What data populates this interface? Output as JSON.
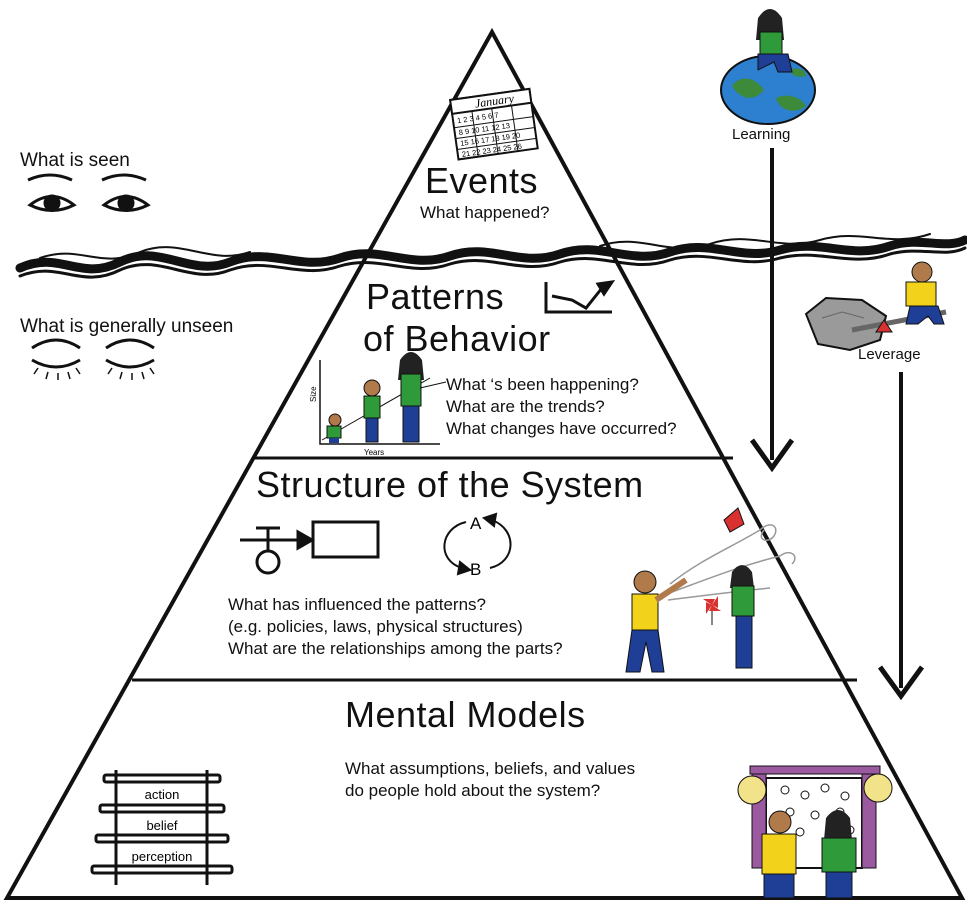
{
  "side_labels": {
    "seen": "What is seen",
    "unseen": "What is generally unseen"
  },
  "levels": {
    "events": {
      "title": "Events",
      "question": "What happened?",
      "calendar_month": "January",
      "calendar_rows": [
        "1 2 3 4 5 6 7",
        "8 9 10 11 12 13",
        "15 16 17 18 19 20",
        "21 22 23 24 25 26"
      ]
    },
    "patterns": {
      "title_line1": "Patterns",
      "title_line2": "of Behavior",
      "questions": [
        "What ‘s been happening?",
        "What are the trends?",
        "What changes have occurred?"
      ],
      "axis_y": "Size",
      "axis_x": "Years"
    },
    "structure": {
      "title": "Structure of the System",
      "loop_a": "A",
      "loop_b": "B",
      "questions": [
        "What has influenced the patterns?",
        "(e.g. policies, laws, physical structures)",
        "What are the relationships among the parts?"
      ]
    },
    "mental": {
      "title": "Mental Models",
      "questions": [
        "What assumptions, beliefs, and values",
        "do people hold about the system?"
      ],
      "ladder": [
        "action",
        "belief",
        "perception"
      ]
    }
  },
  "arrows": {
    "learning": "Learning",
    "leverage": "Leverage"
  },
  "colors": {
    "outline": "#111111",
    "skin": "#b07a4a",
    "shirt_green": "#2e9a3a",
    "shirt_yellow": "#f2d21b",
    "jeans": "#1f3e96",
    "ocean": "#2d7fd0",
    "land": "#3c8a3a"
  }
}
